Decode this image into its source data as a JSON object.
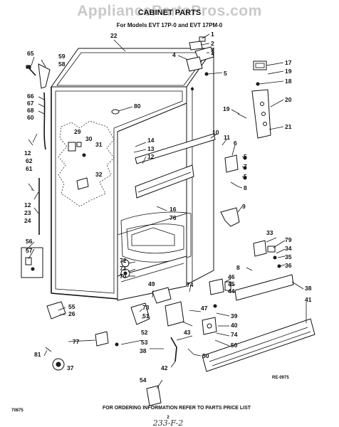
{
  "watermark": "AppliancePartsPros.com",
  "title": "CABINET PARTS",
  "subtitle": "For Models EVT 17P-0 and EVT 17PM-0",
  "footer_note": "FOR ORDERING INFORMATION REFER TO PARTS PRICE LIST",
  "code_left": "70875",
  "page_number": "2",
  "ref_code": "RE-0975",
  "handwritten": "233-F-2",
  "callouts": {
    "c1": "1",
    "c2": "2",
    "c3": "3",
    "c4": "4",
    "c5": "5",
    "c5b": "5",
    "c5c": "5",
    "c6": "6",
    "c7": "7",
    "c8": "8",
    "c8b": "8",
    "c9": "9",
    "c10": "10",
    "c11": "11",
    "c12a": "12",
    "c12b": "12",
    "c12c": "12",
    "c13": "13",
    "c14": "14",
    "c16": "16",
    "c17": "17",
    "c18": "18",
    "c19a": "19",
    "c19b": "19",
    "c20": "20",
    "c21": "21",
    "c22": "22",
    "c23": "23",
    "c24": "24",
    "c26": "26",
    "c29": "29",
    "c30": "30",
    "c31": "31",
    "c32": "32",
    "c33": "33",
    "c34": "34",
    "c35": "35",
    "c36": "36",
    "c37": "37",
    "c38a": "38",
    "c38b": "38",
    "c39": "39",
    "c40": "40",
    "c41": "41",
    "c42": "42",
    "c43": "43",
    "c44": "44",
    "c45": "45",
    "c46": "46",
    "c47": "47",
    "c49": "49",
    "c50": "50",
    "c51": "51",
    "c52": "52",
    "c53": "53",
    "c54": "54",
    "c55": "55",
    "c56": "56",
    "c57": "57",
    "c58": "58",
    "c59": "59",
    "c60": "60",
    "c61": "61",
    "c62": "62",
    "c65": "65",
    "c66": "66",
    "c67": "67",
    "c68": "68",
    "c70": "70",
    "c71": "71",
    "c72": "72",
    "c73": "73",
    "c74a": "74",
    "c74b": "74",
    "c76": "76",
    "c77": "77",
    "c79": "79",
    "c80": "80",
    "c81": "81"
  }
}
